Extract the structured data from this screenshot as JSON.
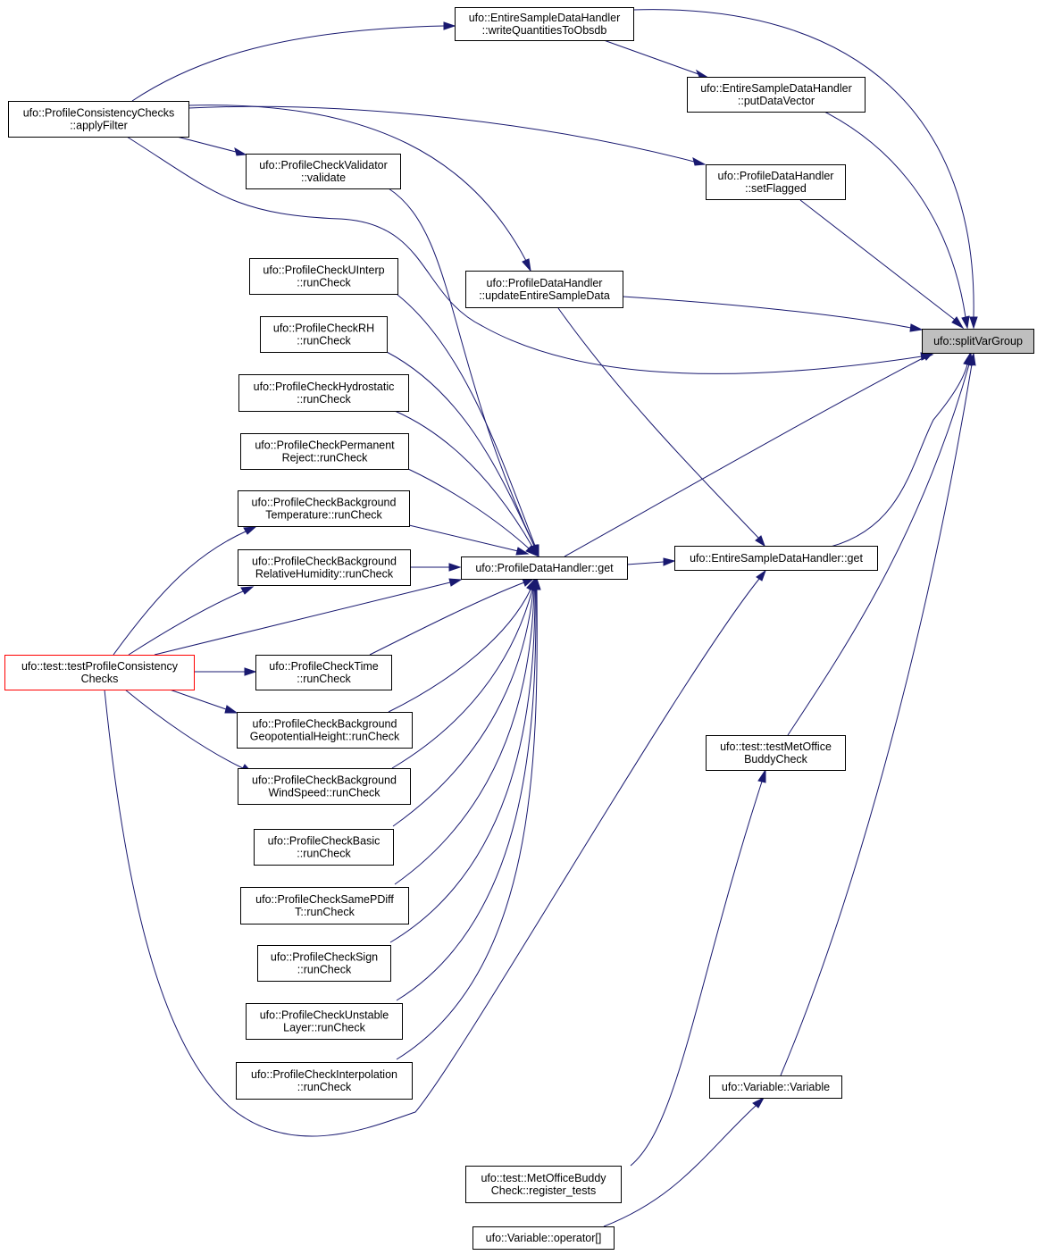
{
  "graph": {
    "title": "",
    "nodes": {
      "splitVarGroup": {
        "lines": [
          "ufo::splitVarGroup"
        ]
      },
      "esdh_write": {
        "lines": [
          "ufo::EntireSampleDataHandler",
          "::writeQuantitiesToObsdb"
        ]
      },
      "esdh_put": {
        "lines": [
          "ufo::EntireSampleDataHandler",
          "::putDataVector"
        ]
      },
      "pcc_apply": {
        "lines": [
          "ufo::ProfileConsistencyChecks",
          "::applyFilter"
        ]
      },
      "pdh_setflagged": {
        "lines": [
          "ufo::ProfileDataHandler",
          "::setFlagged"
        ]
      },
      "pcv_validate": {
        "lines": [
          "ufo::ProfileCheckValidator",
          "::validate"
        ]
      },
      "pcu_interp": {
        "lines": [
          "ufo::ProfileCheckUInterp",
          "::runCheck"
        ]
      },
      "pdh_update": {
        "lines": [
          "ufo::ProfileDataHandler",
          "::updateEntireSampleData"
        ]
      },
      "pc_rh": {
        "lines": [
          "ufo::ProfileCheckRH",
          "::runCheck"
        ]
      },
      "pc_hydro": {
        "lines": [
          "ufo::ProfileCheckHydrostatic",
          "::runCheck"
        ]
      },
      "pc_perm": {
        "lines": [
          "ufo::ProfileCheckPermanent",
          "Reject::runCheck"
        ]
      },
      "pc_bgtemp": {
        "lines": [
          "ufo::ProfileCheckBackground",
          "Temperature::runCheck"
        ]
      },
      "pc_bgrh": {
        "lines": [
          "ufo::ProfileCheckBackground",
          "RelativeHumidity::runCheck"
        ]
      },
      "pdh_get": {
        "lines": [
          "ufo::ProfileDataHandler::get"
        ]
      },
      "esdh_get": {
        "lines": [
          "ufo::EntireSampleDataHandler::get"
        ]
      },
      "test_pcc": {
        "lines": [
          "ufo::test::testProfileConsistency",
          "Checks"
        ]
      },
      "pc_time": {
        "lines": [
          "ufo::ProfileCheckTime",
          "::runCheck"
        ]
      },
      "pc_bggeo": {
        "lines": [
          "ufo::ProfileCheckBackground",
          "GeopotentialHeight::runCheck"
        ]
      },
      "test_mobc": {
        "lines": [
          "ufo::test::testMetOffice",
          "BuddyCheck"
        ]
      },
      "pc_bgws": {
        "lines": [
          "ufo::ProfileCheckBackground",
          "WindSpeed::runCheck"
        ]
      },
      "pc_basic": {
        "lines": [
          "ufo::ProfileCheckBasic",
          "::runCheck"
        ]
      },
      "pc_samep": {
        "lines": [
          "ufo::ProfileCheckSamePDiff",
          "T::runCheck"
        ]
      },
      "pc_sign": {
        "lines": [
          "ufo::ProfileCheckSign",
          "::runCheck"
        ]
      },
      "pc_unstable": {
        "lines": [
          "ufo::ProfileCheckUnstable",
          "Layer::runCheck"
        ]
      },
      "pc_interp": {
        "lines": [
          "ufo::ProfileCheckInterpolation",
          "::runCheck"
        ]
      },
      "var_variable": {
        "lines": [
          "ufo::Variable::Variable"
        ]
      },
      "mobc_register": {
        "lines": [
          "ufo::test::MetOfficeBuddy",
          "Check::register_tests"
        ]
      },
      "var_operator": {
        "lines": [
          "ufo::Variable::operator[]"
        ]
      }
    },
    "colors": {
      "edge": "#191970",
      "node_border": "#000000",
      "root_fill": "#bfbfbf",
      "highlight_border": "#ff0000"
    }
  }
}
